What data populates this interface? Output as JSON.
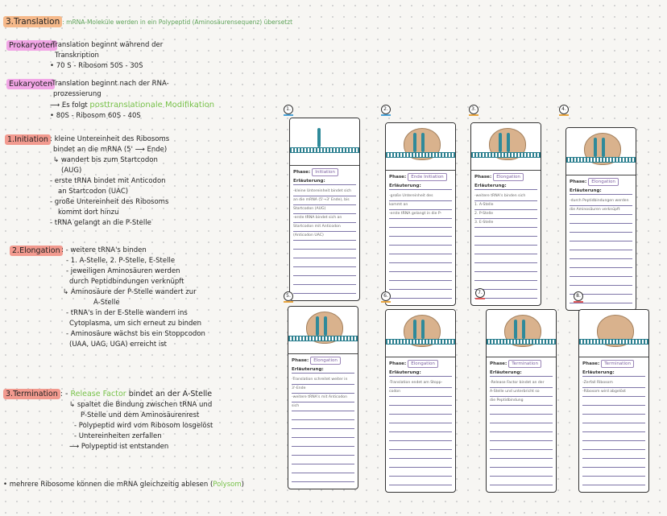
{
  "notes": {
    "heading": "3.Translation",
    "heading_rest": ": mRNA-Moleküle werden in ein Polypeptid (Aminosäurensequenz) übersetzt",
    "prok_label": "Prokaryoten",
    "prok_lines": [
      "-Translation beginnt während der",
      "Transkription",
      "• 70 S - Ribosom     50S - 30S"
    ],
    "euk_label": "Eukaryoten",
    "euk_lines": [
      "-Translation beginnt nach der RNA-",
      "prozessierung",
      "⟶ Es folgt"
    ],
    "euk_green": "posttranslationale Modifikation",
    "euk_last": "• 80S - Ribosom     60S - 40S",
    "init_label": "1.Initiation",
    "init_lines": [
      ": kleine Untereinheit des Ribosoms",
      "bindet an   die mRNA (5' ⟶ Ende)",
      "↳ wandert bis zum Startcodon",
      "(AUG)",
      "- erste tRNA bindet mit Anticodon",
      "an Startcodon (UAC)",
      "- große Untereinheit des Ribosoms",
      "kommt dort hinzu",
      "- tRNA gelangt an die P-Stelle"
    ],
    "elong_label": "2.Elongation",
    "elong_lines": [
      ": - weitere tRNA's binden",
      "- 1. A-Stelle, 2. P-Stelle, E-Stelle",
      "- jeweiligen Aminosäuren werden",
      "durch Peptidbindungen verknüpft",
      "↳ Aminosäure der P-Stelle wandert zur",
      "A-Stelle",
      "- tRNA's in der E-Stelle wandern ins",
      "Cytoplasma, um sich erneut zu binden",
      "- Aminosäure wächst bis ein Stoppcodon",
      "(UAA, UAG, UGA) erreicht ist"
    ],
    "term_label": "3.Termination",
    "term_first_dash": ": - ",
    "term_green": "Release Factor",
    "term_first_rest": " bindet an der A-Stelle",
    "term_lines": [
      "↳ spaltet die Bindung zwischen tRNA und",
      "P-Stelle und dem Aminosäurenrest",
      "- Polypeptid wird vom Ribosom losgelöst",
      "- Untereinheiten zerfallen",
      "⟶ Polypeptid ist entstanden"
    ],
    "footer_main": "• mehrere Ribosome können die mRNA gleichzeitig ablesen (",
    "footer_green": "Polysom",
    "footer_end": ")"
  },
  "cards": [
    {
      "num": "1.",
      "phase_label": "Phase:",
      "phase": "Initiation",
      "expl_label": "Erläuterung:",
      "lines": [
        "-kleine Untereinheit bindet sich",
        "an die mRNA (5'→3' Ende), bis",
        "Startcodon (AUG)",
        "-erste tRNA bindet sich an",
        "Startcodon mit Anticodon",
        "(Anticodon UAC)"
      ],
      "bar": "#4aa3d8"
    },
    {
      "num": "2.",
      "phase_label": "Phase:",
      "phase": "Ende Initiation",
      "expl_label": "Erläuterung:",
      "lines": [
        "-große Untereinheit des Ribosoms",
        "kommt an",
        "-erste tRNA gelangt in die P-Stelle"
      ],
      "bar": "#4aa3d8"
    },
    {
      "num": "3.",
      "phase_label": "Phase:",
      "phase": "Elongation",
      "expl_label": "Erläuterung:",
      "lines": [
        "-weitere tRNA's binden sich",
        "1. A-Stelle",
        "2. P-Stelle",
        "3. E-Stelle"
      ],
      "bar": "#e9a640"
    },
    {
      "num": "4.",
      "phase_label": "Phase:",
      "phase": "Elongation",
      "expl_label": "Erläuterung:",
      "lines": [
        "-durch Peptidbindungen werden",
        "die Aminosäuren verknüpft"
      ],
      "bar": "#e9a640"
    },
    {
      "num": "5.",
      "phase_label": "Phase:",
      "phase": "Elongation",
      "expl_label": "Erläuterung:",
      "lines": [
        "-Translation schreitet weiter in",
        "3'-Ende",
        "-weitere tRNA's mit Anticodon binden",
        "sich"
      ],
      "bar": "#e9a640"
    },
    {
      "num": "6.",
      "phase_label": "Phase:",
      "phase": "Elongation",
      "expl_label": "Erläuterung:",
      "lines": [
        "-Translation endet am Stopp-",
        "codon"
      ],
      "bar": "#e9a640"
    },
    {
      "num": "7.",
      "phase_label": "Phase:",
      "phase": "Termination",
      "expl_label": "Erläuterung:",
      "lines": [
        "-Release Factor bindet an der",
        "A-Stelle und unterbricht so",
        "die Peptidbindung"
      ],
      "bar": "#e05b5b"
    },
    {
      "num": "8.",
      "phase_label": "Phase:",
      "phase": "Termination",
      "expl_label": "Erläuterung:",
      "lines": [
        "-Zerfall Ribosom",
        "-Ribosom wird abgelöst"
      ],
      "bar": "#e05b5b"
    }
  ]
}
